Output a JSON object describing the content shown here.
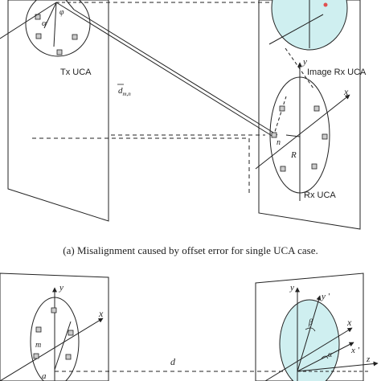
{
  "top_diagram": {
    "tx_label": "Tx UCA",
    "image_rx_label": "Image Rx UCA",
    "rx_label": "Rx UCA",
    "distance_label": "d",
    "distance_subscript": "m,n",
    "symbol_alpha": "α",
    "symbol_phi": "φ",
    "symbol_n": "n",
    "symbol_R": "R",
    "axis_x": "x",
    "axis_y": "y",
    "caption": "(a)  Misalignment caused by offset error for single UCA case."
  },
  "bottom_diagram": {
    "axis_y_left": "y",
    "axis_x_left": "x",
    "symbol_m": "m",
    "symbol_a": "a",
    "distance_label": "d",
    "axis_y_right": "y",
    "axis_y_prime": "y '",
    "axis_x_right": "x",
    "axis_x_prime": "x '",
    "axis_z": "z",
    "symbol_beta": "β",
    "symbol_alpha": "α"
  },
  "colors": {
    "ellipse_fill": "#cfeff0",
    "line": "#222222",
    "accent_dot": "#e05050"
  }
}
